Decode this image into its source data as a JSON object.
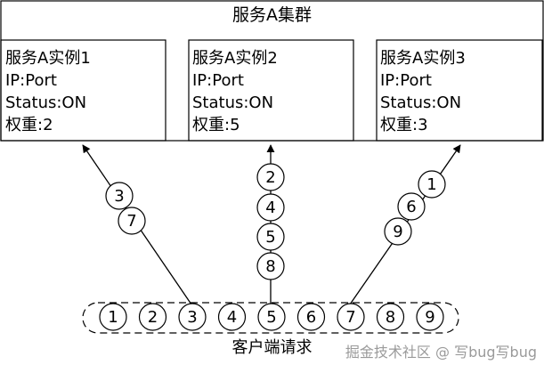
{
  "cluster": {
    "title": "服务A集群"
  },
  "instances": [
    {
      "name": "服务A实例1",
      "addr": "IP:Port",
      "status": "Status:ON",
      "weight": "权重:2"
    },
    {
      "name": "服务A实例2",
      "addr": "IP:Port",
      "status": "Status:ON",
      "weight": "权重:5"
    },
    {
      "name": "服务A实例3",
      "addr": "IP:Port",
      "status": "Status:ON",
      "weight": "权重:3"
    }
  ],
  "routes": [
    {
      "requests": [
        "3",
        "7"
      ]
    },
    {
      "requests": [
        "2",
        "4",
        "5",
        "8"
      ]
    },
    {
      "requests": [
        "1",
        "6",
        "9"
      ]
    }
  ],
  "client": {
    "label": "客户端请求",
    "requests": [
      "1",
      "2",
      "3",
      "4",
      "5",
      "6",
      "7",
      "8",
      "9"
    ]
  },
  "watermark": "掘金技术社区 @ 写bug写bug"
}
